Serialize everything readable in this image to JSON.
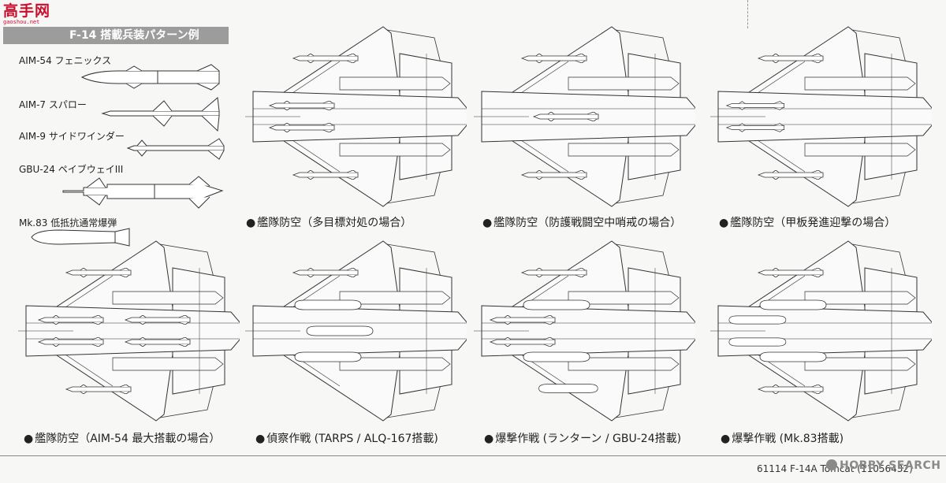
{
  "logo": {
    "main": "高手网",
    "sub": "gaoshou.net"
  },
  "header": {
    "title": "F-14 搭載兵装パターン例"
  },
  "weapons": [
    {
      "label": "AIM-54 フェニックス"
    },
    {
      "label": "AIM-7 スパロー"
    },
    {
      "label": "AIM-9 サイドワインダー"
    },
    {
      "label": "GBU-24 ペイブウェイIII"
    },
    {
      "label": "Mk.83 低抵抗通常爆弾"
    }
  ],
  "patterns": [
    {
      "caption": "艦隊防空（多目標対処の場合）"
    },
    {
      "caption": "艦隊防空（防護戦闘空中哨戒の場合）"
    },
    {
      "caption": "艦隊防空（甲板発進迎撃の場合）"
    },
    {
      "caption": "艦隊防空（AIM-54 最大搭載の場合）"
    },
    {
      "caption": "偵察作戦 (TARPS / ALQ-167搭載)"
    },
    {
      "caption": "爆撃作戦 (ランターン / GBU-24搭載)"
    },
    {
      "caption": "爆撃作戦 (Mk.83搭載)"
    }
  ],
  "footer": {
    "code": "61114 F-14A Tomcat (11056432)",
    "watermark": "HOBBY SEARCH"
  },
  "colors": {
    "header_bg": "#9c9c9c",
    "line": "#333333",
    "logo_red": "#c8102e"
  }
}
